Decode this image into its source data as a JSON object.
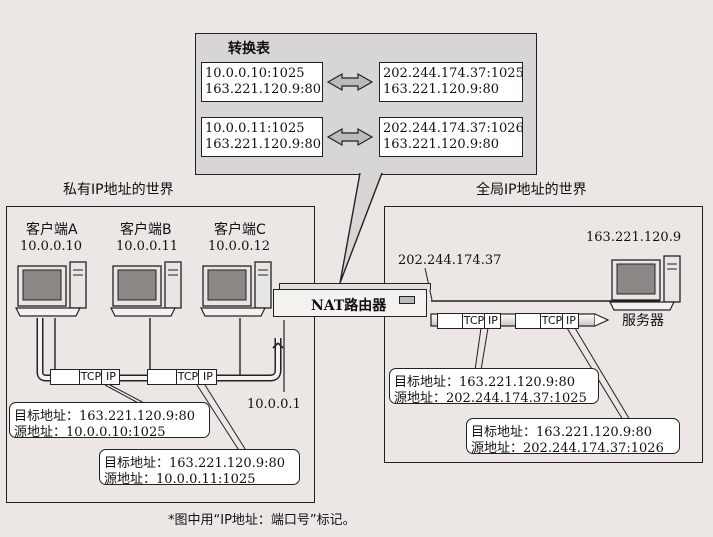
{
  "nat_table": {
    "title": "转换表",
    "rows": [
      {
        "private_1": "10.0.0.10:1025",
        "private_2": "163.221.120.9:80",
        "global_1": "202.244.174.37:1025",
        "global_2": "163.221.120.9:80"
      },
      {
        "private_1": "10.0.0.11:1025",
        "private_2": "163.221.120.9:80",
        "global_1": "202.244.174.37:1026",
        "global_2": "163.221.120.9:80"
      }
    ]
  },
  "private_world": {
    "label": "私有IP地址的世界",
    "clients": [
      {
        "name": "客户端A",
        "ip": "10.0.0.10"
      },
      {
        "name": "客户端B",
        "ip": "10.0.0.11"
      },
      {
        "name": "客户端C",
        "ip": "10.0.0.12"
      }
    ],
    "router_inner_ip": "10.0.0.1",
    "packet": {
      "tcp": "TCP",
      "ip": "IP"
    },
    "addr_box_a": {
      "dest": "目标地址：163.221.120.9:80",
      "src": "源地址：10.0.0.10:1025"
    },
    "addr_box_b": {
      "dest": "目标地址：163.221.120.9:80",
      "src": "源地址：10.0.0.11:1025"
    }
  },
  "router": {
    "label": "NAT路由器",
    "outer_ip": "202.244.174.37"
  },
  "global_world": {
    "label": "全局IP地址的世界",
    "server_ip": "163.221.120.9",
    "server_label": "服务器",
    "addr_box_1": {
      "dest": "目标地址：163.221.120.9:80",
      "src": "源地址：202.244.174.37:1025"
    },
    "addr_box_2": {
      "dest": "目标地址：163.221.120.9:80",
      "src": "源地址：202.244.174.37:1026"
    }
  },
  "footnote": "*图中用“IP地址：端口号”标记。"
}
